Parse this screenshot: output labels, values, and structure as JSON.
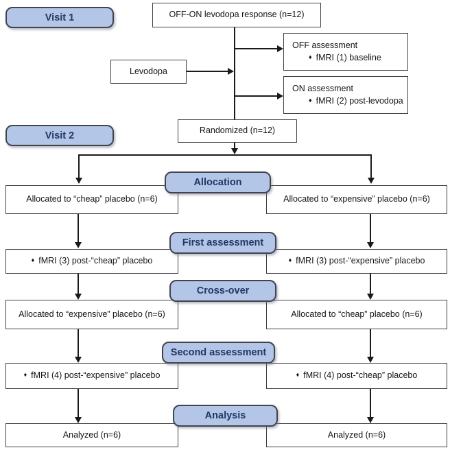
{
  "colors": {
    "stage_fill": "#b4c6e7",
    "stage_text": "#1f3864",
    "box_border": "#3f3f3f",
    "line": "#1a1a1a"
  },
  "bullet": "♦",
  "visits": {
    "visit1": "Visit 1",
    "visit2": "Visit 2"
  },
  "stages": {
    "allocation": "Allocation",
    "first": "First assessment",
    "crossover": "Cross-over",
    "second": "Second assessment",
    "analysis": "Analysis"
  },
  "top": {
    "off_on": "OFF-ON levodopa response (n=12)",
    "levodopa": "Levodopa",
    "off_title": "OFF assessment",
    "off_bullet": "fMRI (1) baseline",
    "on_title": "ON assessment",
    "on_bullet": "fMRI (2) post-levodopa",
    "randomized": "Randomized (n=12)"
  },
  "left_arm": {
    "allocation": "Allocated to “cheap” placebo (n=6)",
    "first": "fMRI (3) post-“cheap” placebo",
    "crossover": "Allocated to “expensive” placebo (n=6)",
    "second": "fMRI (4) post-“expensive” placebo",
    "analysis": "Analyzed (n=6)"
  },
  "right_arm": {
    "allocation": "Allocated to “expensive” placebo (n=6)",
    "first": "fMRI (3) post-“expensive” placebo",
    "crossover": "Allocated to “cheap” placebo (n=6)",
    "second": "fMRI (4) post-“cheap” placebo",
    "analysis": "Analyzed (n=6)"
  }
}
